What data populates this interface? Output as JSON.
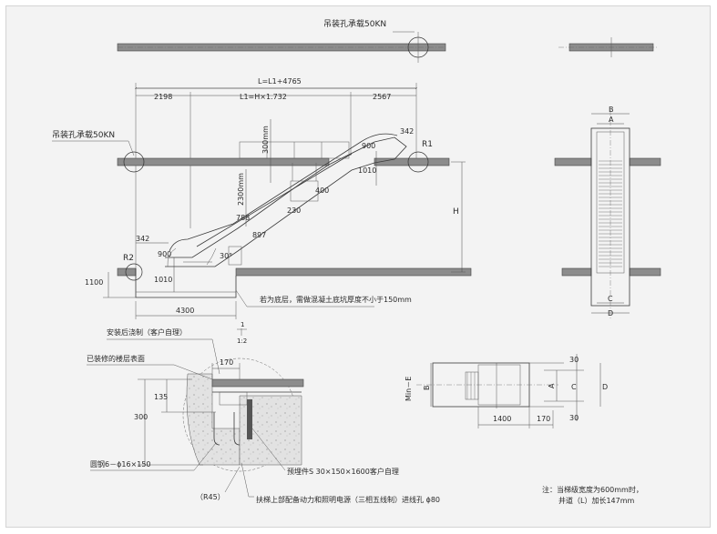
{
  "labels": {
    "lift_hole_top": "吊装孔承载50KN",
    "lift_hole_left": "吊装孔承载50KN",
    "total_length": "L=L1+4765",
    "l1_length": "L1=H×1.732",
    "dim_2198": "2198",
    "dim_2567": "2567",
    "dim_342_top": "342",
    "dim_342_bottom": "342",
    "dim_300mm": "300mm",
    "dim_2300mm": "2300mm",
    "dim_900_top": "900",
    "dim_900_bottom": "900",
    "dim_1010_top": "1010",
    "dim_1010_bottom": "1010",
    "dim_400": "400",
    "dim_230": "230",
    "dim_788": "788",
    "dim_897": "897",
    "angle_30": "30°",
    "r1": "R1",
    "r2": "R2",
    "h": "H",
    "dim_1100": "1100",
    "dim_4300": "4300",
    "pit_note": "若为底层，需做混凝土底坑厚度不小于150mm",
    "plan_b": "B",
    "plan_a": "A",
    "plan_c": "C",
    "plan_d": "D",
    "scale_1": "1",
    "scale_12": "1:2",
    "detail_grout": "安装后浇制（客户自理）",
    "detail_floor": "已装修的楼层表面",
    "dim_170_detail": "170",
    "dim_135": "135",
    "dim_300": "300",
    "rebar": "圆钢6－ϕ16×150",
    "embed": "预埋件S 30×150×1600客户自理",
    "r45": "（R45）",
    "conduit": "扶梯上部配备动力和照明电源（三相五线制）进线孔 ϕ80",
    "dim_30_top": "30",
    "dim_30_bottom": "30",
    "min_e": "Min－E",
    "side_b": "B",
    "side_a": "A",
    "side_c": "C",
    "side_d": "D",
    "dim_1400": "1400",
    "dim_170_side": "170",
    "note_line1": "注：当梯级宽度为600mm时，",
    "note_line2": "井道（L）加长147mm"
  }
}
